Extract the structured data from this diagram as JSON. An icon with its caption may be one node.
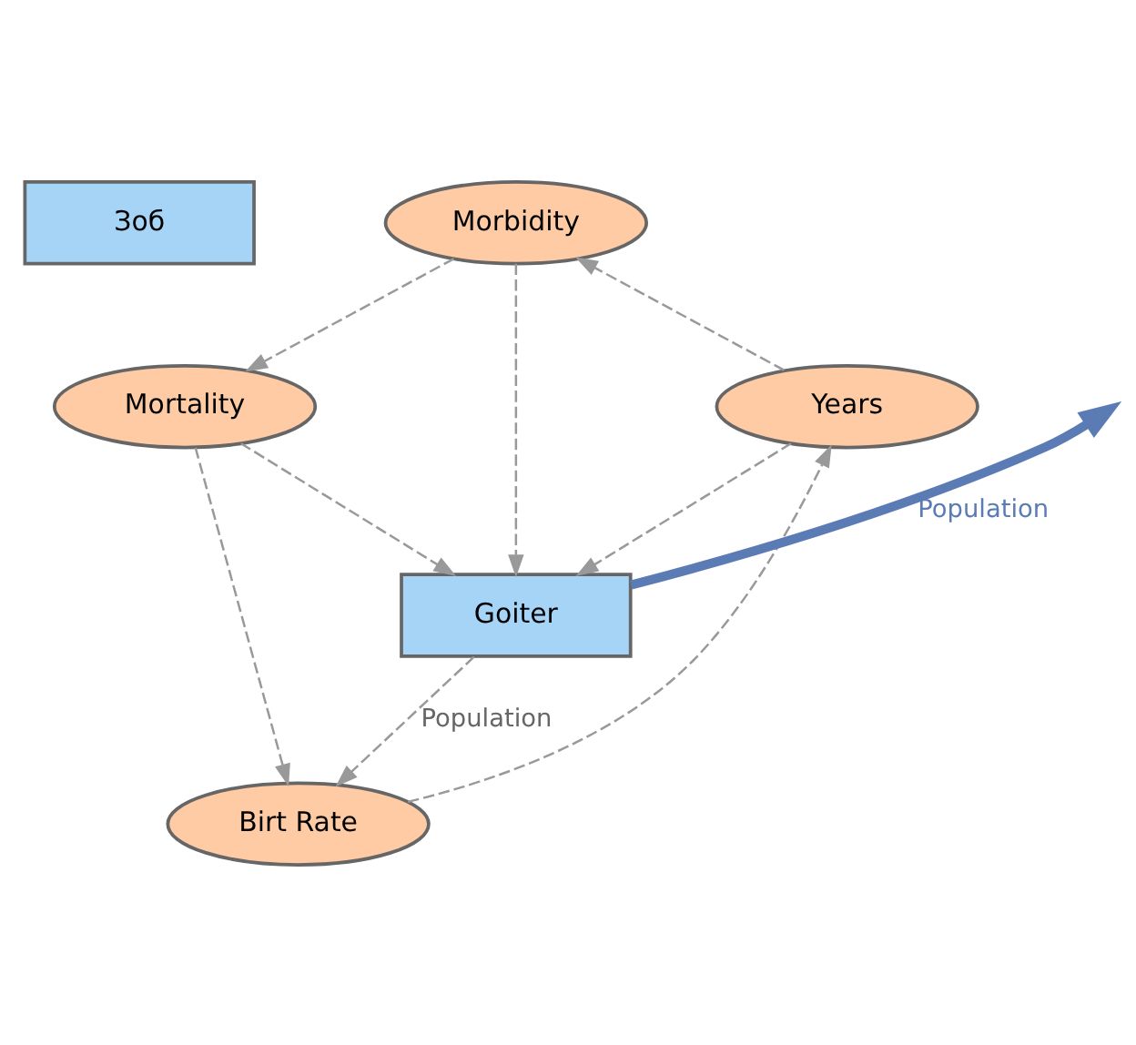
{
  "diagram": {
    "nodes": [
      {
        "text": [
          "Зоб"
        ]
      },
      {
        "text": [
          "Morbidity"
        ]
      },
      {
        "text": [
          "Years"
        ]
      },
      {
        "text": [
          "Mortality"
        ]
      },
      {
        "text": [
          "Goiter"
        ]
      },
      {
        "text": [
          "Birt Rate"
        ]
      }
    ],
    "edges": [
      {
        "from": 2,
        "to": 1,
        "arrow": "to",
        "style": "dashed"
      },
      {
        "from": 1,
        "to": 3,
        "arrow": "to",
        "style": "dashed"
      },
      {
        "from": 2,
        "to": 4,
        "arrow": "to",
        "style": "dashed"
      },
      {
        "from": 3,
        "to": 4,
        "arrow": "to",
        "style": "dashed"
      },
      {
        "from": 1,
        "to": 4,
        "arrow": "to",
        "style": "dashed"
      },
      {
        "from": 4,
        "to": null,
        "arrow": "to",
        "label": "Population",
        "style": "thick",
        "color": "#5b7bb5"
      },
      {
        "from": 4,
        "to": 5,
        "arrow": "to",
        "label": "Population",
        "style": "dashed"
      },
      {
        "from": 3,
        "to": 5,
        "arrow": "to",
        "style": "dashed"
      },
      {
        "from": 5,
        "to": 2,
        "arrow": "to",
        "style": "dashed"
      }
    ]
  }
}
